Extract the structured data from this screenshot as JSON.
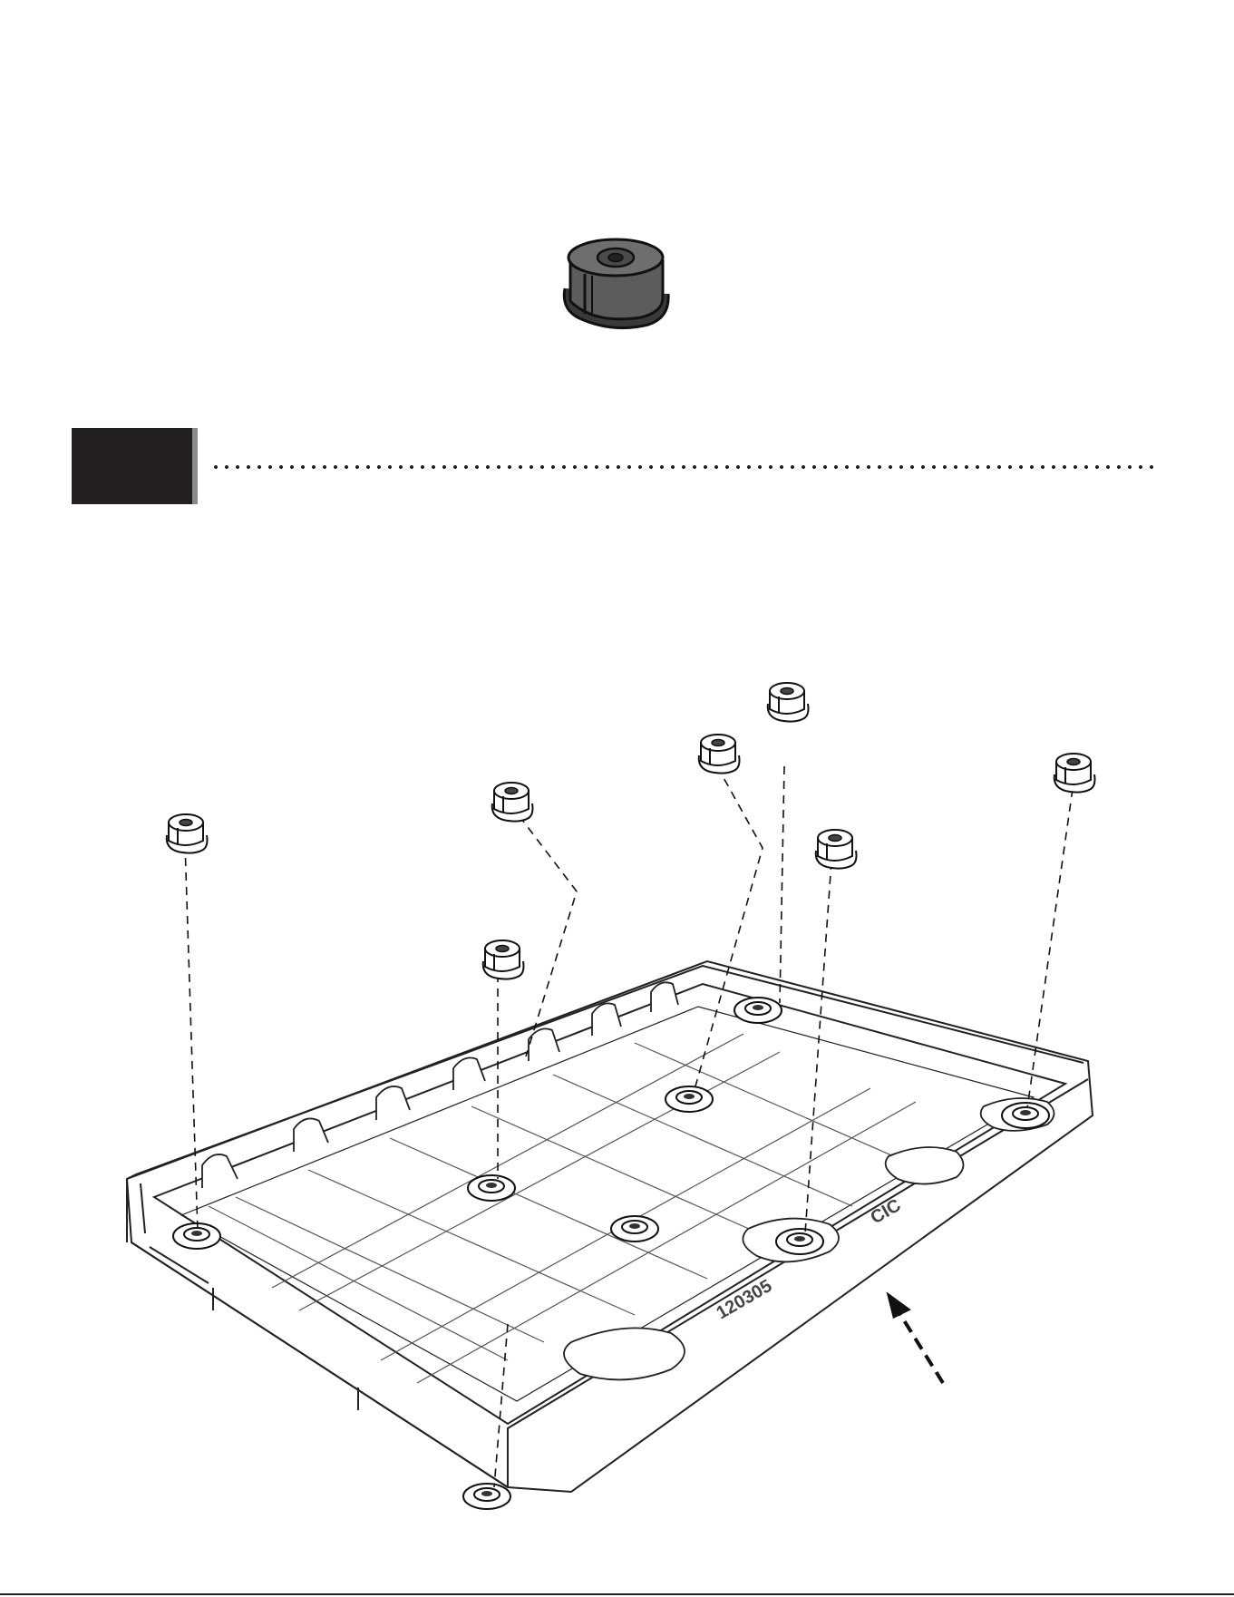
{
  "step": {
    "number": ""
  },
  "part": {
    "name": "",
    "icon": "rubber-foot-icon"
  },
  "tray": {
    "markings": [
      "120305",
      "CIC"
    ],
    "icon": "tray-icon"
  },
  "feet_count": 8,
  "arrow": {
    "icon": "dashed-arrow-icon"
  },
  "colors": {
    "ink": "#231f20",
    "part_fill": "#5a5a5a",
    "tray_fill": "#ffffff"
  }
}
